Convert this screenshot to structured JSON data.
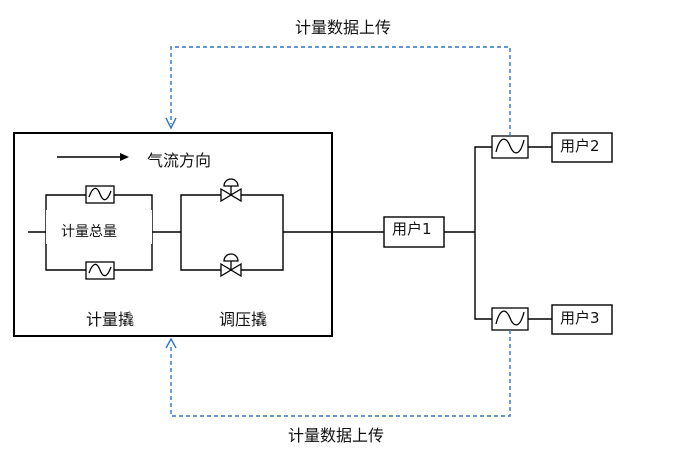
{
  "labels": {
    "upload_top": "计量数据上传",
    "upload_bottom": "计量数据上传",
    "flow_direction": "气流方向",
    "meter_total": "计量总量",
    "meter_skid": "计量撬",
    "regulator_skid": "调压撬",
    "user1": "用户1",
    "user2": "用户2",
    "user3": "用户3"
  },
  "colors": {
    "line": "#000000",
    "dashed_link": "#2e75c6",
    "text": "#111111",
    "background": "#ffffff"
  },
  "icons": {
    "flow_meter": "flow-meter-icon",
    "regulator_valve": "regulator-valve-icon",
    "flow_arrow": "arrow-right-icon",
    "data_arrow": "arrow-head-icon"
  }
}
